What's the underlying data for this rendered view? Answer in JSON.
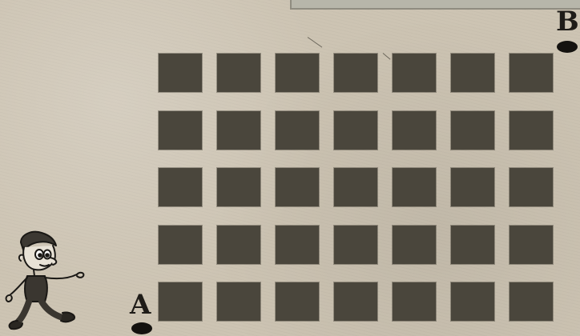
{
  "points": {
    "start": "A",
    "end": "B"
  },
  "grid": {
    "rows": 5,
    "columns": 7
  },
  "colors": {
    "paper": "#cdc4b3",
    "block": "#4a463c",
    "ink": "#1f1c18"
  },
  "illustration": "walking-man-icon"
}
